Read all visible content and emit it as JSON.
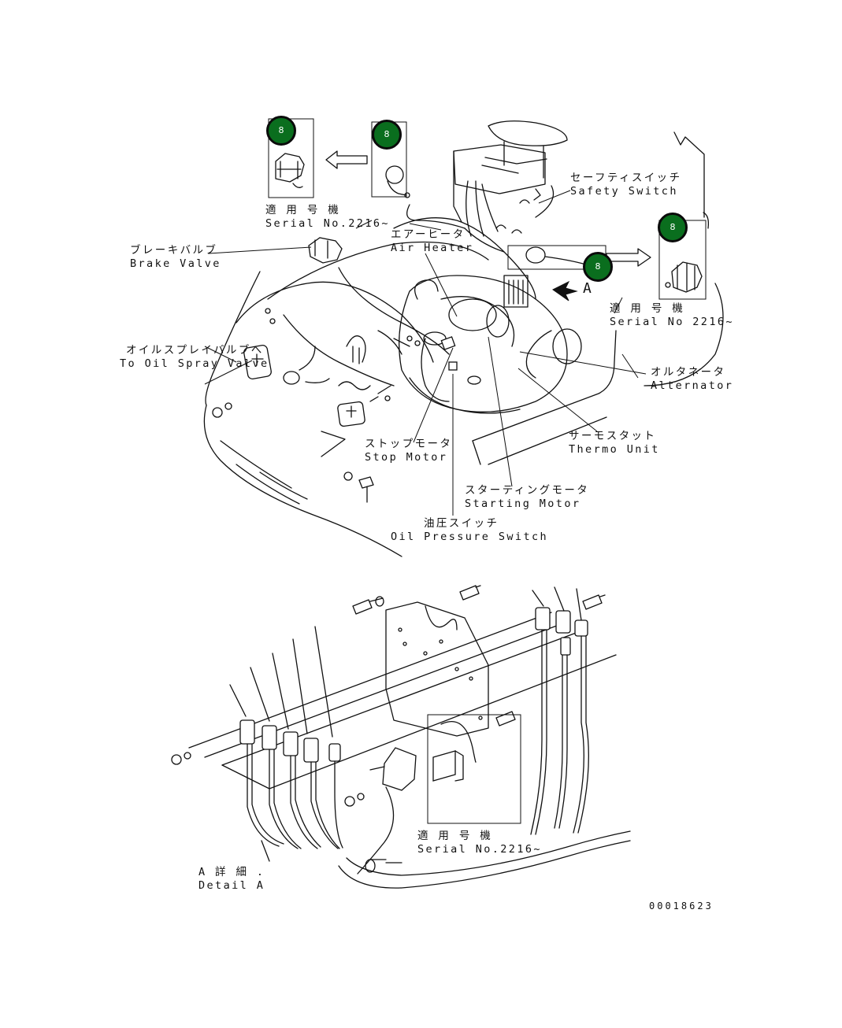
{
  "drawing_number": "00018623",
  "colors": {
    "badge_fill": "#0a6e1e",
    "line": "#111111"
  },
  "badges": [
    {
      "id": "badge-brake-valve-serial",
      "text": "8"
    },
    {
      "id": "badge-brake-valve",
      "text": "8"
    },
    {
      "id": "badge-alternator-part",
      "text": "8"
    },
    {
      "id": "badge-alternator-serial",
      "text": "8"
    }
  ],
  "labels": {
    "serial_top_left": {
      "jp": "適 用 号 機",
      "en": "Serial No.2216~"
    },
    "brake_valve": {
      "jp": "ブレーキバルブ",
      "en": "Brake Valve"
    },
    "air_heater": {
      "jp": "エアーヒータ",
      "en": "Air Heater"
    },
    "safety_switch": {
      "jp": "セーフティスイッチ",
      "en": "Safety Switch"
    },
    "serial_right": {
      "jp": "適 用 号 機",
      "en": "Serial No 2216~"
    },
    "oil_spray_valve": {
      "jp": "オイルスプレイバルブへ",
      "en": "To Oil Spray Valve"
    },
    "alternator": {
      "jp": "オルタネータ",
      "en": "Alternator"
    },
    "thermo_unit": {
      "jp": "サーモスタット",
      "en": "Thermo Unit"
    },
    "stop_motor": {
      "jp": "ストップモータ",
      "en": "Stop Motor"
    },
    "starting_motor": {
      "jp": "スターティングモータ",
      "en": "Starting Motor"
    },
    "oil_pressure_switch": {
      "jp": "油圧スイッチ",
      "en": "Oil Pressure Switch"
    },
    "serial_bottom": {
      "jp": "適 用 号 機",
      "en": "Serial No.2216~"
    },
    "detail_a": {
      "jp": "A 詳 細 .",
      "en": "Detail A"
    },
    "view_a": "A"
  }
}
